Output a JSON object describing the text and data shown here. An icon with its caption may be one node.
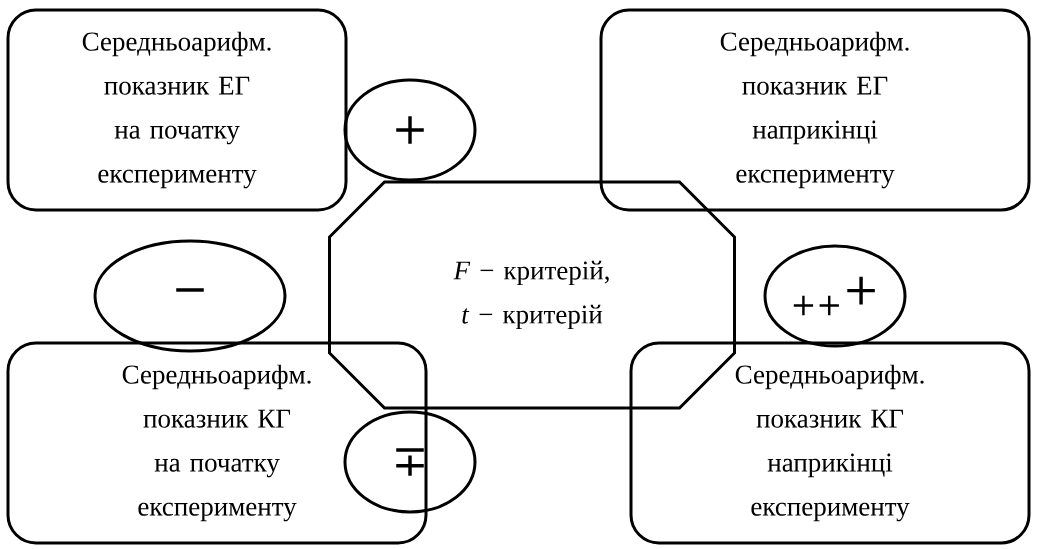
{
  "diagram": {
    "nodes": [
      {
        "text": [
          "Середньоарифм. показник ЕГ на початку експерименту"
        ]
      },
      {
        "text": [
          "+"
        ]
      },
      {
        "text": [
          "Середньоарифм. показник ЕГ наприкінці експерименту"
        ]
      },
      {
        "text": [
          "−"
        ]
      },
      {
        "text": [
          "*F* − критерій, *t* − критерій"
        ]
      },
      {
        "text": [
          "$_{++}$+"
        ]
      },
      {
        "text": [
          "Середньоарифм. показник КГ на початку експерименту"
        ]
      },
      {
        "text": [
          "∓"
        ]
      },
      {
        "text": [
          "Середньоарифм. показник КГ наприкінці експерименту"
        ]
      }
    ]
  }
}
